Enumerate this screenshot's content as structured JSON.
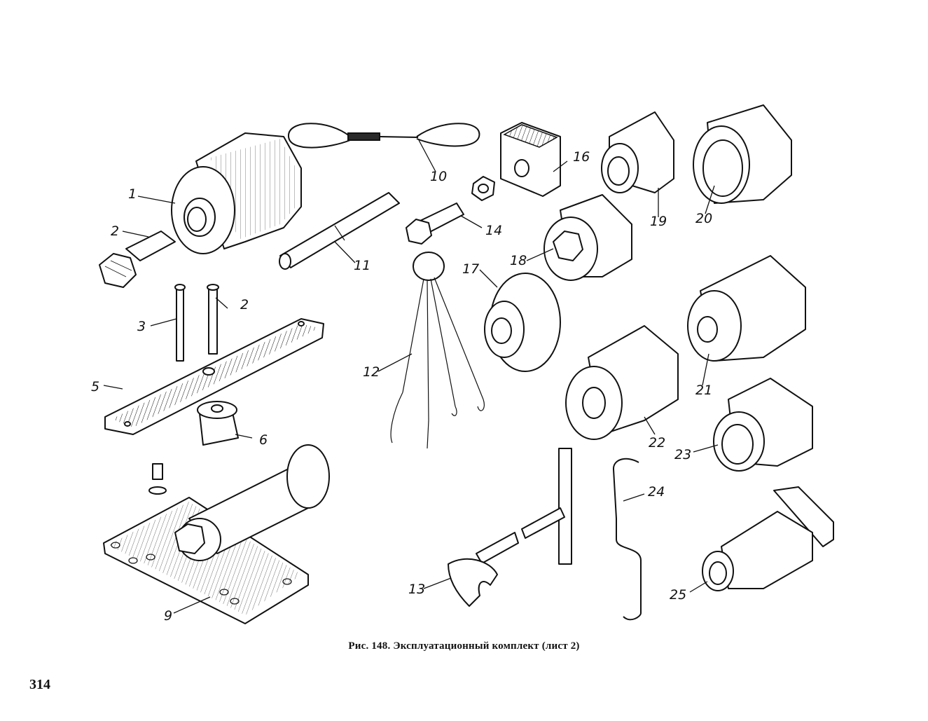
{
  "figure": {
    "caption": "Рис. 148. Эксплуатационный комплект (лист 2)",
    "page_number": "314"
  },
  "callouts": {
    "c1": "1",
    "c2a": "2",
    "c2b": "2",
    "c3": "3",
    "c5": "5",
    "c6": "6",
    "c9": "9",
    "c10": "10",
    "c11": "11",
    "c12": "12",
    "c13": "13",
    "c14": "14",
    "c16": "16",
    "c17": "17",
    "c18": "18",
    "c19": "19",
    "c20": "20",
    "c21": "21",
    "c22": "22",
    "c23": "23",
    "c24": "24",
    "c25": "25"
  }
}
